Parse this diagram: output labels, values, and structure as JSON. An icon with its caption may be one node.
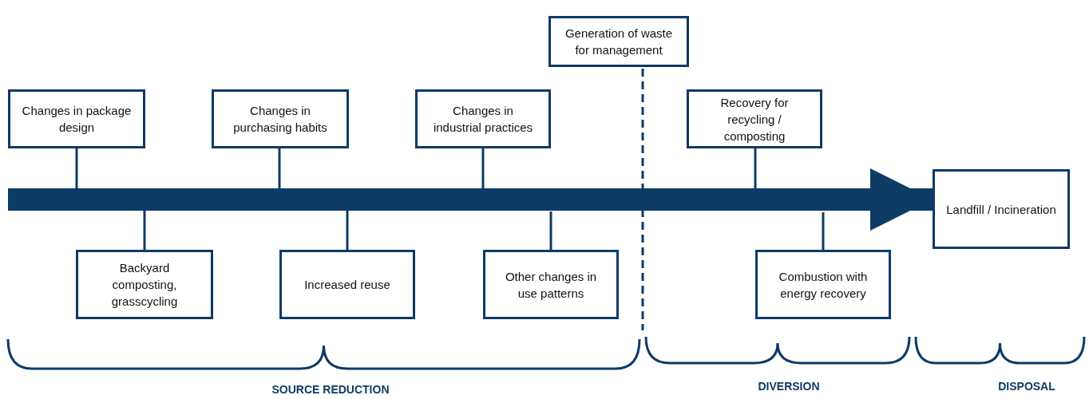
{
  "diagram": {
    "nodes": [
      {
        "text": [
          "Generation of waste for management"
        ]
      },
      {
        "text": [
          "Changes in package design"
        ]
      },
      {
        "text": [
          "Changes in purchasing habits"
        ]
      },
      {
        "text": [
          "Changes in industrial practices"
        ]
      },
      {
        "text": [
          "Recovery for recycling / composting"
        ]
      },
      {
        "text": [
          "Landfill / Incineration"
        ]
      },
      {
        "text": [
          "Backyard composting, grasscycling"
        ]
      },
      {
        "text": [
          "Increased reuse"
        ]
      },
      {
        "text": [
          "Other changes in use patterns"
        ]
      },
      {
        "text": [
          "Combustion with energy recovery"
        ]
      }
    ],
    "edges": [
      {
        "from": null,
        "to": 5,
        "arrow": "to",
        "style": "thick"
      },
      {
        "from": 1,
        "to": null,
        "arrow": "none"
      },
      {
        "from": 2,
        "to": null,
        "arrow": "none"
      },
      {
        "from": 3,
        "to": null,
        "arrow": "none"
      },
      {
        "from": 4,
        "to": null,
        "arrow": "none"
      },
      {
        "from": 6,
        "to": null,
        "arrow": "none"
      },
      {
        "from": 7,
        "to": null,
        "arrow": "none"
      },
      {
        "from": 8,
        "to": null,
        "arrow": "none"
      },
      {
        "from": 9,
        "to": null,
        "arrow": "none"
      }
    ],
    "labels": [
      "SOURCE REDUCTION",
      "DIVERSION",
      "DISPOSAL"
    ]
  }
}
